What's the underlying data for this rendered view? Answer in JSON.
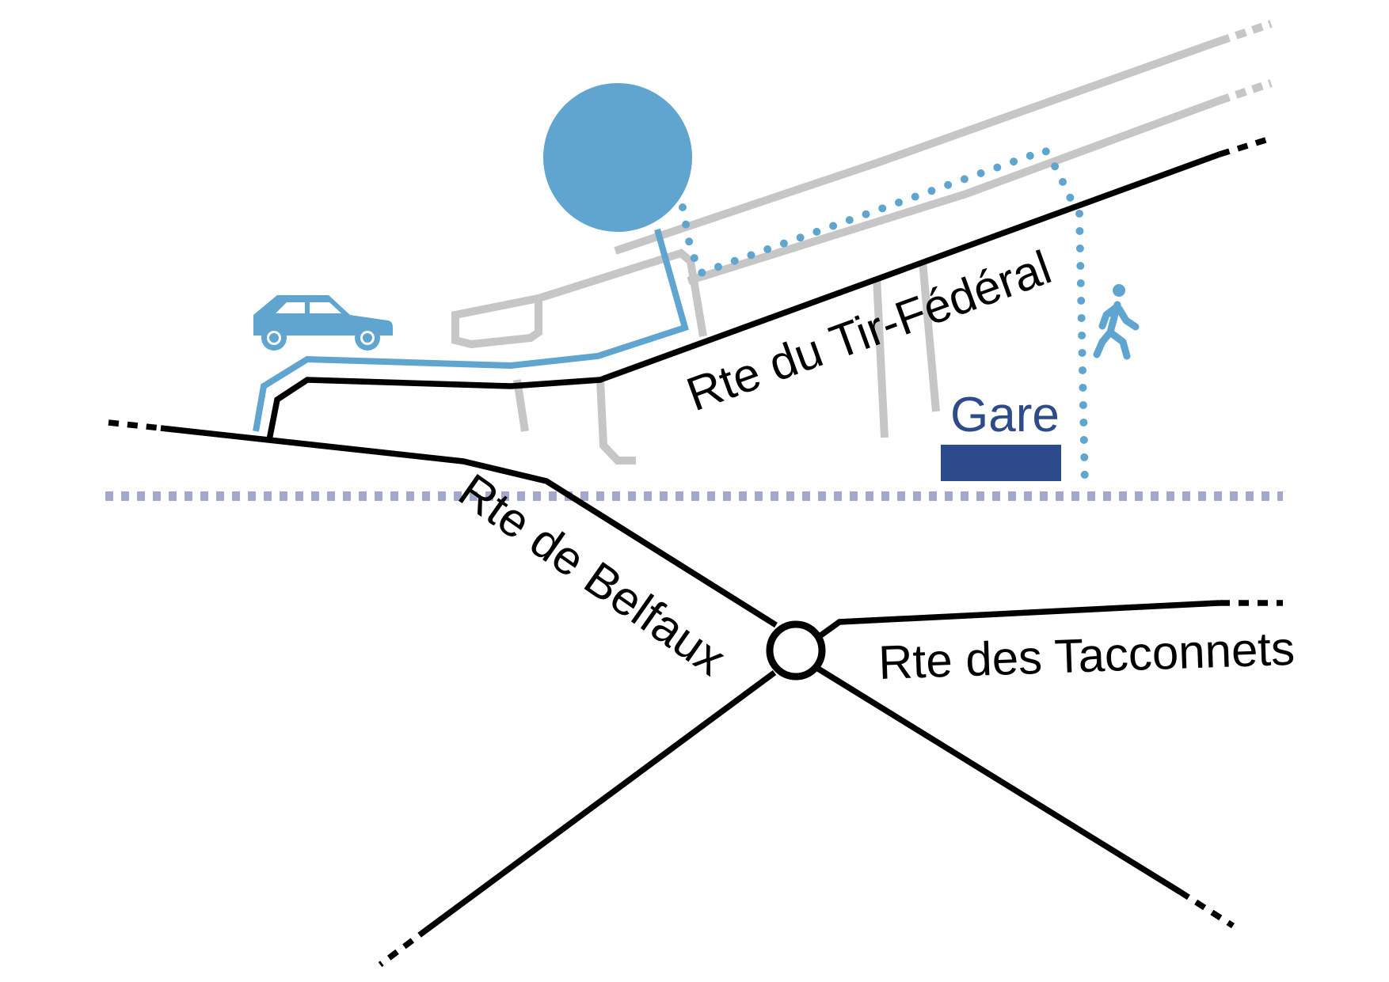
{
  "map": {
    "roads": {
      "tir_federal": "Rte du Tir-Fédéral",
      "belfaux": "Rte de Belfaux",
      "tacconnets": "Rte des Tacconnets"
    },
    "station": {
      "label": "Gare"
    },
    "icons": {
      "parking": "car-icon",
      "pedestrian": "pedestrian-icon",
      "destination": "destination-circle-icon",
      "roundabout": "roundabout-icon"
    },
    "colors": {
      "road": "#000000",
      "access_route": "#5fa5d0",
      "minor_road": "#c6c6c6",
      "railway": "#a3a8cc",
      "station": "#2d4a8a",
      "background": "#ffffff"
    }
  }
}
